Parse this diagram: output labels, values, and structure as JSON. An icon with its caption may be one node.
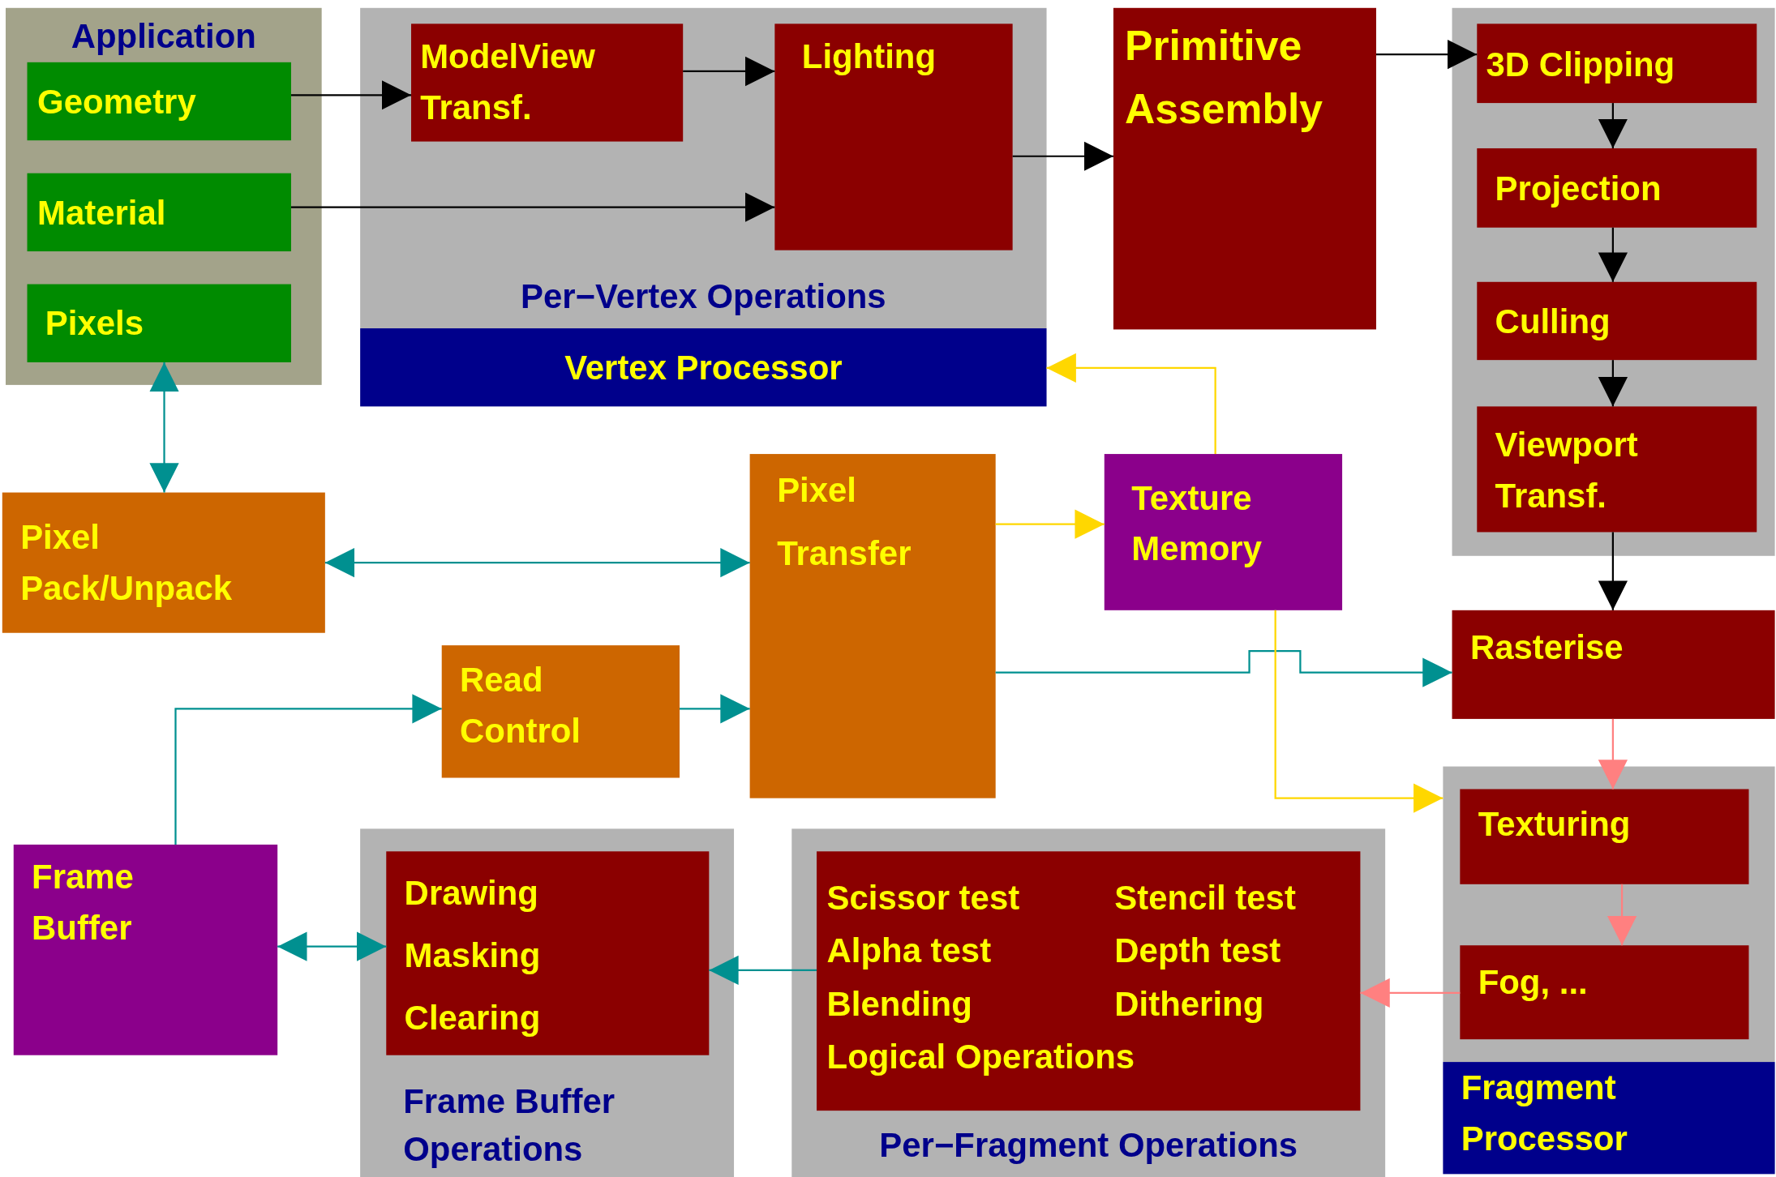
{
  "diagram": {
    "nodes": [
      {
        "text": [
          "Application"
        ]
      },
      {
        "text": [
          "Geometry"
        ],
        "in": 0
      },
      {
        "text": [
          "Material"
        ],
        "in": 0
      },
      {
        "text": [
          "Pixels"
        ],
        "in": 0
      },
      {
        "text": [
          "Per−Vertex Operations"
        ]
      },
      {
        "text": [
          "ModelView Transf."
        ],
        "in": 4
      },
      {
        "text": [
          "Lighting"
        ],
        "in": 4
      },
      {
        "text": [
          "Vertex Processor"
        ]
      },
      {
        "text": [
          "Primitive Assembly"
        ]
      },
      {
        "text": [],
        "shape": "box"
      },
      {
        "text": [
          "3D Clipping"
        ],
        "in": 9
      },
      {
        "text": [
          "Projection"
        ],
        "in": 9
      },
      {
        "text": [
          "Culling"
        ],
        "in": 9
      },
      {
        "text": [
          "Viewport Transf."
        ],
        "in": 9
      },
      {
        "text": [
          "Pixel Pack/Unpack"
        ]
      },
      {
        "text": [
          "Pixel Transfer"
        ]
      },
      {
        "text": [
          "Texture Memory"
        ]
      },
      {
        "text": [
          "Rasterise"
        ]
      },
      {
        "text": [
          "Read Control"
        ]
      },
      {
        "text": [],
        "shape": "box"
      },
      {
        "text": [
          "Texturing"
        ],
        "in": 19
      },
      {
        "text": [
          "Fog, ..."
        ],
        "in": 19
      },
      {
        "text": [
          "Fragment Processor"
        ]
      },
      {
        "text": [
          "Frame Buffer"
        ]
      },
      {
        "text": [
          "Frame Buffer Operations"
        ]
      },
      {
        "text": [
          "Drawing",
          "Masking",
          "Clearing"
        ],
        "in": 24
      },
      {
        "text": [
          "Per−Fragment Operations"
        ]
      },
      {
        "text": [
          "Scissor test",
          "Stencil test",
          "Alpha test",
          "Depth test",
          "Blending",
          "Dithering",
          "Logical Operations"
        ],
        "in": 26
      }
    ],
    "edges": [
      {
        "from": 1,
        "to": 5,
        "arrow": "to"
      },
      {
        "from": 2,
        "to": 6,
        "arrow": "to"
      },
      {
        "from": 5,
        "to": 6,
        "arrow": "to"
      },
      {
        "from": 6,
        "to": 8,
        "arrow": "to"
      },
      {
        "from": 8,
        "to": 10,
        "arrow": "to"
      },
      {
        "from": 10,
        "to": 11,
        "arrow": "to"
      },
      {
        "from": 11,
        "to": 12,
        "arrow": "to"
      },
      {
        "from": 12,
        "to": 13,
        "arrow": "to"
      },
      {
        "from": 13,
        "to": 17,
        "arrow": "to"
      },
      {
        "from": 3,
        "to": 14,
        "arrow": "both",
        "color": "#009090"
      },
      {
        "from": 14,
        "to": 15,
        "arrow": "both",
        "color": "#009090"
      },
      {
        "from": 18,
        "to": 15,
        "arrow": "to",
        "color": "#009090"
      },
      {
        "from": 23,
        "to": 18,
        "arrow": "to",
        "color": "#009090"
      },
      {
        "from": 15,
        "to": 17,
        "arrow": "to",
        "color": "#009090"
      },
      {
        "from": 15,
        "to": 16,
        "arrow": "to",
        "color": "#ffd700"
      },
      {
        "from": 16,
        "to": 7,
        "arrow": "to",
        "color": "#ffd700"
      },
      {
        "from": 16,
        "to": 19,
        "arrow": "to",
        "color": "#ffd700"
      },
      {
        "from": 17,
        "to": 20,
        "arrow": "to",
        "color": "#ff8080"
      },
      {
        "from": 20,
        "to": 21,
        "arrow": "to",
        "color": "#ff8080"
      },
      {
        "from": 21,
        "to": 27,
        "arrow": "to",
        "color": "#ff8080"
      },
      {
        "from": 27,
        "to": 25,
        "arrow": "to",
        "color": "#009090"
      },
      {
        "from": 23,
        "to": 25,
        "arrow": "both",
        "color": "#009090"
      }
    ]
  }
}
